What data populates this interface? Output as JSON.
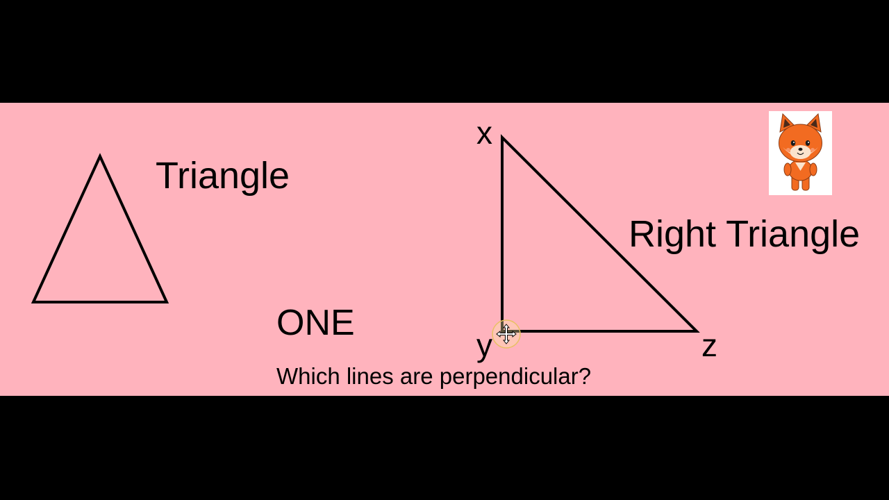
{
  "slide": {
    "shape1_label": "Triangle",
    "shape2_label": "Right Triangle",
    "count_label": "ONE",
    "question": "Which lines are perpendicular?",
    "vertices": {
      "top": "x",
      "corner": "y",
      "end": "z"
    }
  },
  "icons": {
    "mascot": "fox-mascot-icon",
    "cursor": "move-cursor-icon"
  },
  "colors": {
    "slide_background": "#ffb3bd",
    "letterbox": "#000000",
    "fox_orange": "#f26b21"
  }
}
